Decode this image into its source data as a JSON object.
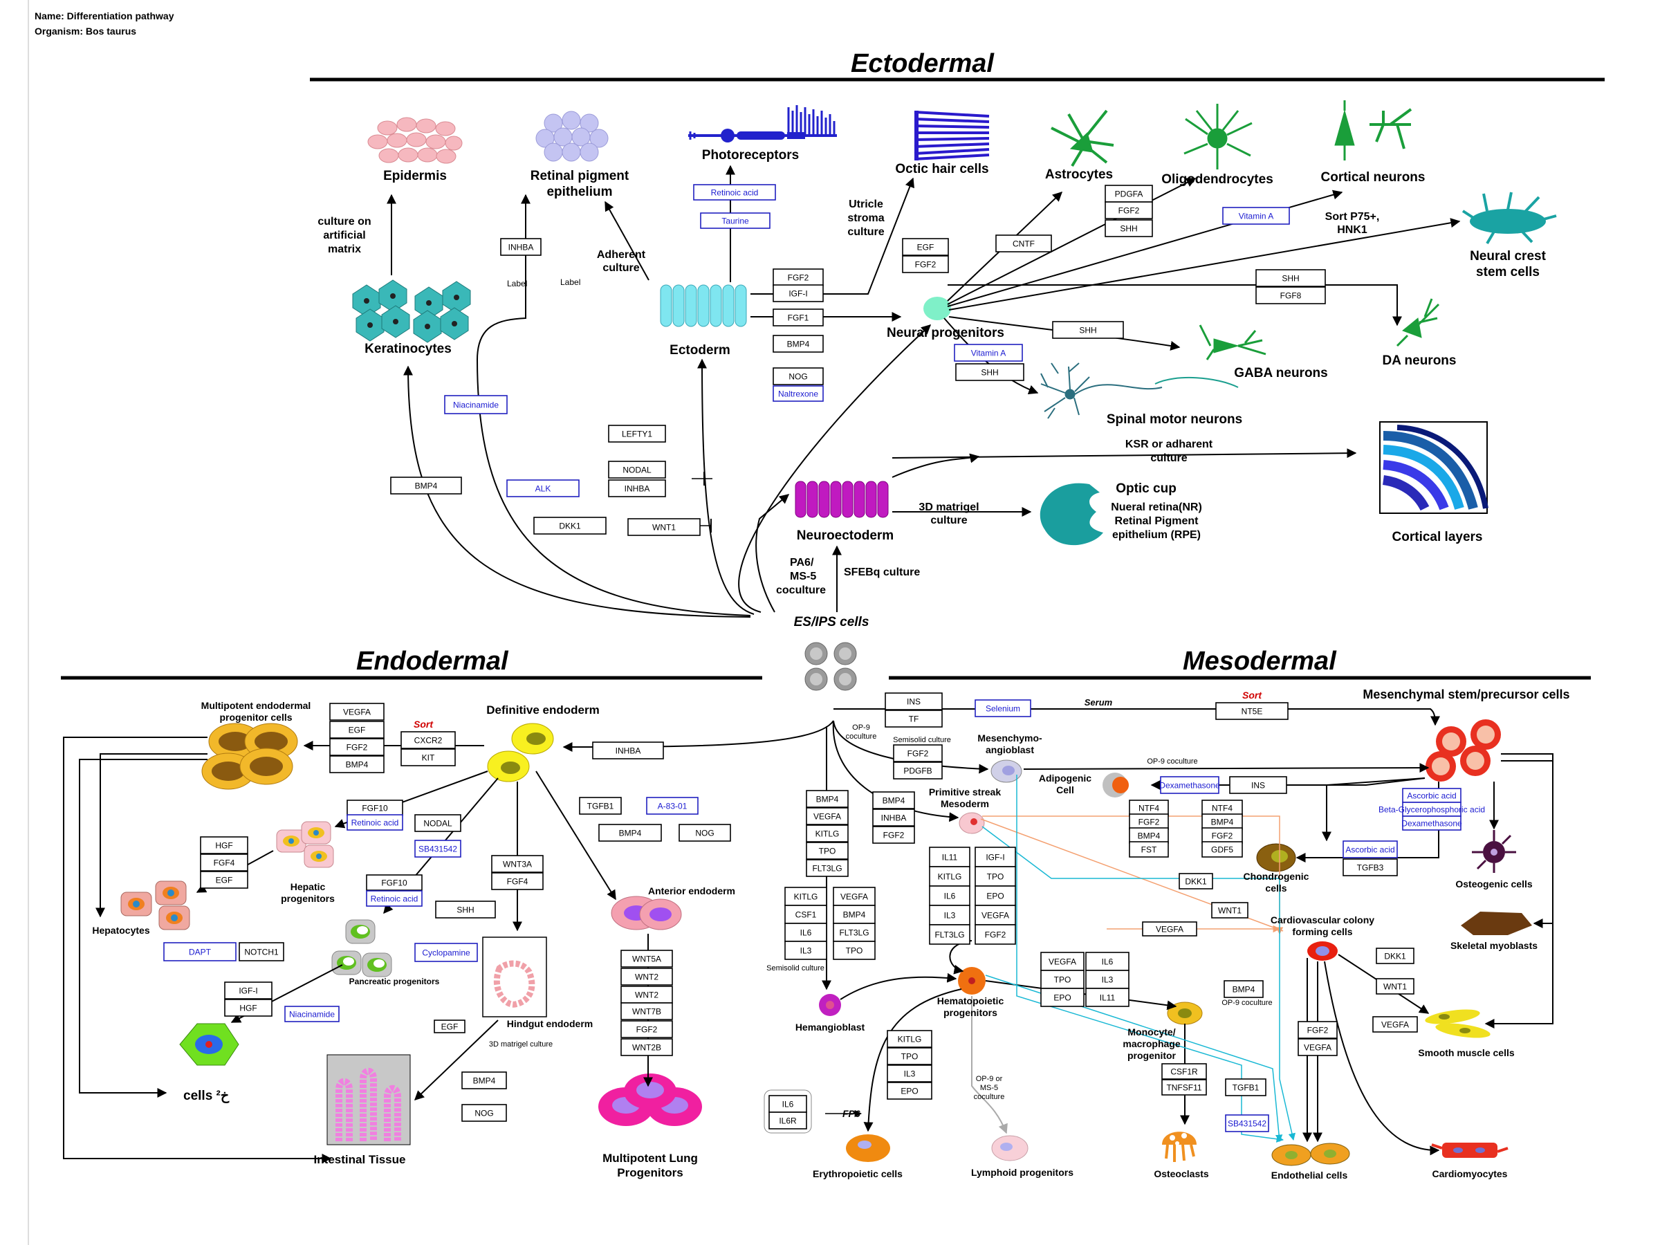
{
  "header": {
    "name": "Name: Differentiation pathway",
    "organism": "Organism: Bos taurus"
  },
  "sections": {
    "ectodermal": "Ectodermal",
    "endodermal": "Endodermal",
    "mesodermal": "Mesodermal"
  },
  "cells": {
    "epidermis": "Epidermis",
    "rpe": [
      "Retinal pigment",
      "epithelium"
    ],
    "photoreceptors": "Photoreceptors",
    "octic": "Octic hair cells",
    "astrocytes": "Astrocytes",
    "oligodendrocytes": "Oligodendrocytes",
    "cortical_neurons": "Cortical neurons",
    "neural_crest": [
      "Neural crest",
      "stem cells"
    ],
    "keratinocytes": "Keratinocytes",
    "ectoderm": "Ectoderm",
    "neural_progenitors": "Neural progenitors",
    "gaba": "GABA neurons",
    "da": "DA neurons",
    "spinal": "Spinal motor neurons",
    "neuroectoderm": "Neuroectoderm",
    "optic_cup": "Optic cup",
    "optic_desc": [
      "Nueral retina(NR)",
      "Retinal Pigment",
      "epithelium (RPE)"
    ],
    "cortical_layers": "Cortical layers",
    "es_ips": "ES/IPS cells",
    "multipotent_endo": [
      "Multipotent endodermal",
      "progenitor cells"
    ],
    "definitive_endo": "Definitive endoderm",
    "hepatic_prog": [
      "Hepatic",
      "progenitors"
    ],
    "hepatocytes": "Hepatocytes",
    "pancreatic_prog": "Pancreatic progenitors",
    "beta_cells": "cells ²خ",
    "anterior_endo": "Anterior endoderm",
    "hindgut": "Hindgut endoderm",
    "intestinal": "Intestinal Tissue",
    "lung_prog": [
      "Multipotent Lung",
      "Progenitors"
    ],
    "msc": "Mesenchymal stem/precursor cells",
    "mesenchymo": [
      "Mesenchymo-",
      "angioblast"
    ],
    "adipogenic": [
      "Adipogenic",
      "Cell"
    ],
    "primitive_streak": [
      "Primitive streak",
      "Mesoderm"
    ],
    "chondrogenic": [
      "Chondrogenic",
      "cells"
    ],
    "osteogenic": "Osteogenic cells",
    "skeletal": "Skeletal myoblasts",
    "cardio_colony": [
      "Cardiovascular colony",
      "forming cells"
    ],
    "smooth": "Smooth muscle cells",
    "hemangioblast": "Hemangioblast",
    "hematopoietic": [
      "Hematopoietic",
      "progenitors"
    ],
    "monocyte": [
      "Monocyte/",
      "macrophage",
      "progenitor"
    ],
    "erythropoietic": "Erythropoietic cells",
    "lymphoid": "Lymphoid progenitors",
    "osteoclasts": "Osteoclasts",
    "endothelial": "Endothelial cells",
    "cardiomyocytes": "Cardiomyocytes",
    "fp6": "FP6"
  },
  "notes": {
    "culture_artificial": [
      "culture on",
      "artificial",
      "matrix"
    ],
    "adherent": [
      "Adherent",
      "culture"
    ],
    "utricle": [
      "Utricle",
      "stroma",
      "culture"
    ],
    "sort_p75": [
      "Sort P75+,",
      "HNK1"
    ],
    "label": "Label",
    "ksr": [
      "KSR or adharent",
      "culture"
    ],
    "matrigel3d": [
      "3D matrigel",
      "culture"
    ],
    "pa6": [
      "PA6/",
      "MS-5",
      "coculture"
    ],
    "sfebq": "SFEBq culture",
    "sort": "Sort",
    "serum": "Serum",
    "op9_coculture": [
      "OP-9",
      "coculture"
    ],
    "semisolid": "Semisolid culture",
    "op9_coculture2": "OP-9 coculture",
    "semisolid2": "Semisolid culture",
    "op9_ms5": [
      "OP-9 or",
      "MS-5",
      "coculture"
    ],
    "op9_coculture3": "OP-9 coculture",
    "matrigel_small": "3D matrigel culture"
  },
  "factors": {
    "retinoic_acid": "Retinoic acid",
    "taurine": "Taurine",
    "inhba": "INHBA",
    "fgf2": "FGF2",
    "igf1": "IGF-I",
    "fgf1": "FGF1",
    "bmp4": "BMP4",
    "nog": "NOG",
    "naltrexone": "Naltrexone",
    "egf": "EGF",
    "cntf": "CNTF",
    "pdgfa": "PDGFA",
    "shh": "SHH",
    "vitamin_a": "Vitamin A",
    "fgf8": "FGF8",
    "lefty1": "LEFTY1",
    "nodal": "NODAL",
    "alk": "ALK",
    "dkk1": "DKK1",
    "wnt1": "WNT1",
    "niacinamide": "Niacinamide",
    "vegfa": "VEGFA",
    "cxcr2": "CXCR2",
    "kit": "KIT",
    "fgf10": "FGF10",
    "sb431542": "SB431542",
    "hgf": "HGF",
    "fgf4": "FGF4",
    "tgfb1": "TGFB1",
    "a8301": "A-83-01",
    "wnt3a": "WNT3A",
    "cyclopamine": "Cyclopamine",
    "dapt": "DAPT",
    "notch1": "NOTCH1",
    "wnt5a": "WNT5A",
    "wnt2": "WNT2",
    "wnt7b": "WNT7B",
    "wnt2b": "WNT2B",
    "ins": "INS",
    "tf": "TF",
    "selenium": "Selenium",
    "nt5e": "NT5E",
    "pdgfb": "PDGFB",
    "kitlg": "KITLG",
    "tpo": "TPO",
    "flt3lg": "FLT3LG",
    "csf1": "CSF1",
    "il6": "IL6",
    "il3": "IL3",
    "il11": "IL11",
    "epo": "EPO",
    "dexamethasone": "Dexamethasone",
    "ntf4": "NTF4",
    "fst": "FST",
    "gdf5": "GDF5",
    "ascorbic_acid": "Ascorbic acid",
    "beta_gp": "Beta-Glycerophosphoric acid",
    "tgfb3": "TGFB3",
    "csf1r": "CSF1R",
    "tnfsf11": "TNFSF11",
    "il6r": "IL6R"
  }
}
